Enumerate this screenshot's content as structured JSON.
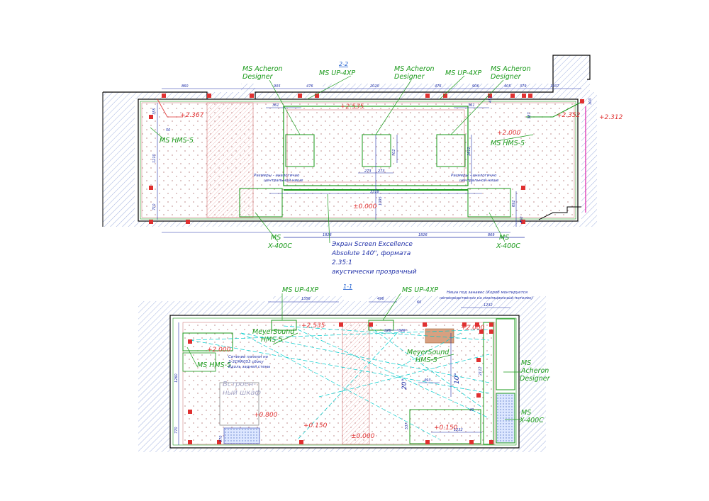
{
  "colors": {
    "wall_hatch": "#7a8fd0",
    "acoustic_dots": "#c9a0a0",
    "dimension": "#1f2fa8",
    "speaker": "#1a9a1a",
    "level_mark": "#e03030",
    "projection": "#00cccc",
    "anchor": "#e03030",
    "screen_line": "#dd22aa"
  },
  "plan_top": {
    "section_title": "2-2",
    "labels": {
      "acheron_left": [
        "MS Acheron",
        "Designer"
      ],
      "acheron_center": [
        "MS Acheron",
        "Designer"
      ],
      "acheron_right": [
        "MS Acheron",
        "Designer"
      ],
      "up4xp_left": "MS UP-4XP",
      "up4xp_right": "MS UP-4XP",
      "hms5_left": "MS HMS-5",
      "hms5_right": "MS HMS-5",
      "x400c_left": [
        "MS",
        "X-400C"
      ],
      "x400c_right": [
        "MS",
        "X-400C"
      ],
      "screen": [
        "Экран Screen Excellence",
        "Absolute 140\", формата",
        "2.35:1",
        "акустически прозрачный"
      ],
      "note_left": [
        "Размеры - аналогично",
        "центральной нише"
      ],
      "note_right": [
        "Размеры - аналогично",
        "центральной нише"
      ]
    },
    "levels": {
      "left": "+2.367",
      "center": "+2.535",
      "right": "+2.352",
      "far_right": "+2.312",
      "right_low": "+2.000",
      "floor": "±0.000"
    },
    "dims_top": [
      "860",
      "905",
      "476",
      "2020",
      "476",
      "906",
      "405",
      "379",
      "1007"
    ],
    "dims_inner": [
      "361",
      "361",
      "273",
      "273",
      "3318"
    ],
    "dims_vertical": [
      "355",
      "50",
      "1210",
      "710",
      "702",
      "1095",
      "1612",
      "692",
      "450",
      "452",
      "387",
      "300"
    ],
    "dims_bottom": [
      "1826",
      "1826",
      "869"
    ]
  },
  "plan_bottom": {
    "section_title": "1-1",
    "labels": {
      "up4xp_left": "MS UP-4XP",
      "up4xp_right": "MS UP-4XP",
      "meyer_left": [
        "MeyerSound",
        "HMS-5"
      ],
      "meyer_right": [
        "MeyerSound",
        "HMS-5"
      ],
      "hms5_left": "MS HMS-5",
      "acheron": [
        "MS",
        "Acheron",
        "Designer"
      ],
      "x400c": [
        "MS",
        "X-400C"
      ],
      "niche_note": [
        "Ниша под занавес (Короб монтируется",
        "непосредственно на изоляционный потолок)"
      ],
      "sofa_note": [
        "Сечение панели на",
        "3-31МК053 сбоку",
        "Вдоль задней стены"
      ],
      "builtin": [
        "Встроен-",
        "ный шкаф"
      ],
      "angle_left": "20°",
      "angle_right": "10°"
    },
    "levels": {
      "a": "+2.535",
      "b": "+2.000",
      "c": "+2.000",
      "d": "+0.800",
      "e": "+0.150",
      "f": "+0.150",
      "g": "±0.000"
    },
    "dims_top": [
      "1356",
      "496",
      "326",
      "326",
      "1232",
      "60"
    ],
    "dims_vertical": [
      "1260",
      "770",
      "370",
      "537",
      "493",
      "40",
      "2112"
    ],
    "dims_bottom": [
      "1232"
    ]
  }
}
